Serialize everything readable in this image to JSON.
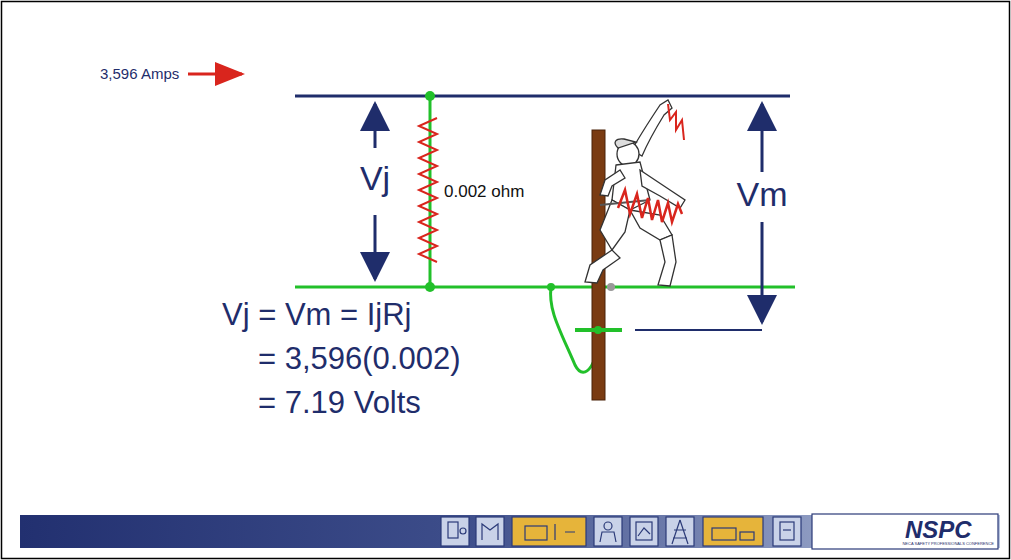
{
  "diagram": {
    "labels": [
      "3,596 Amps",
      "Vj",
      "0.002 ohm",
      "Vm",
      "Vj = Vm = IjRj",
      "= 3,596(0.002)",
      "= 7.19 Volts",
      "NSPC",
      "NECA SAFETY PROFESSIONALS CONFERENCE"
    ]
  }
}
